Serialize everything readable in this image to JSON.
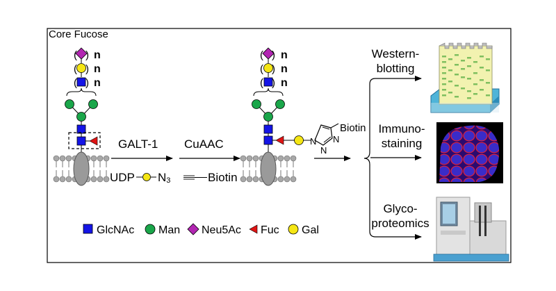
{
  "title": "Core Fucose",
  "repeat_label": "n",
  "steps": {
    "enzyme": "GALT-1",
    "reaction": "CuAAC",
    "donor_prefix": "UDP",
    "donor_suffix": "N",
    "donor_subscript": "3",
    "probe": "Biotin",
    "product_tag": "Biotin",
    "triazole_n1": "N",
    "triazole_n2": "N",
    "triazole_n3": "N"
  },
  "readouts": [
    {
      "line1": "Western-",
      "line2": "blotting",
      "icon": "western-blot-icon"
    },
    {
      "line1": "Immuno-",
      "line2": "staining",
      "icon": "immunostaining-image"
    },
    {
      "line1": "Glyco-",
      "line2": "proteomics",
      "icon": "mass-spectrometer-icon"
    }
  ],
  "legend": [
    {
      "label": "GlcNAc",
      "shape": "square",
      "color": "#1414e6"
    },
    {
      "label": "Man",
      "shape": "circle",
      "color": "#1aa64a"
    },
    {
      "label": "Neu5Ac",
      "shape": "diamond",
      "color": "#b226b2"
    },
    {
      "label": "Fuc",
      "shape": "triangle",
      "color": "#e01414"
    },
    {
      "label": "Gal",
      "shape": "circle",
      "color": "#f5e614"
    }
  ],
  "colors": {
    "glcnac": "#1414e6",
    "man": "#1aa64a",
    "neu5ac": "#b226b2",
    "fuc": "#e01414",
    "gal": "#f5e614",
    "membrane": "#a8a8a8",
    "protein": "#9a9a9a",
    "frame": "#000000"
  }
}
